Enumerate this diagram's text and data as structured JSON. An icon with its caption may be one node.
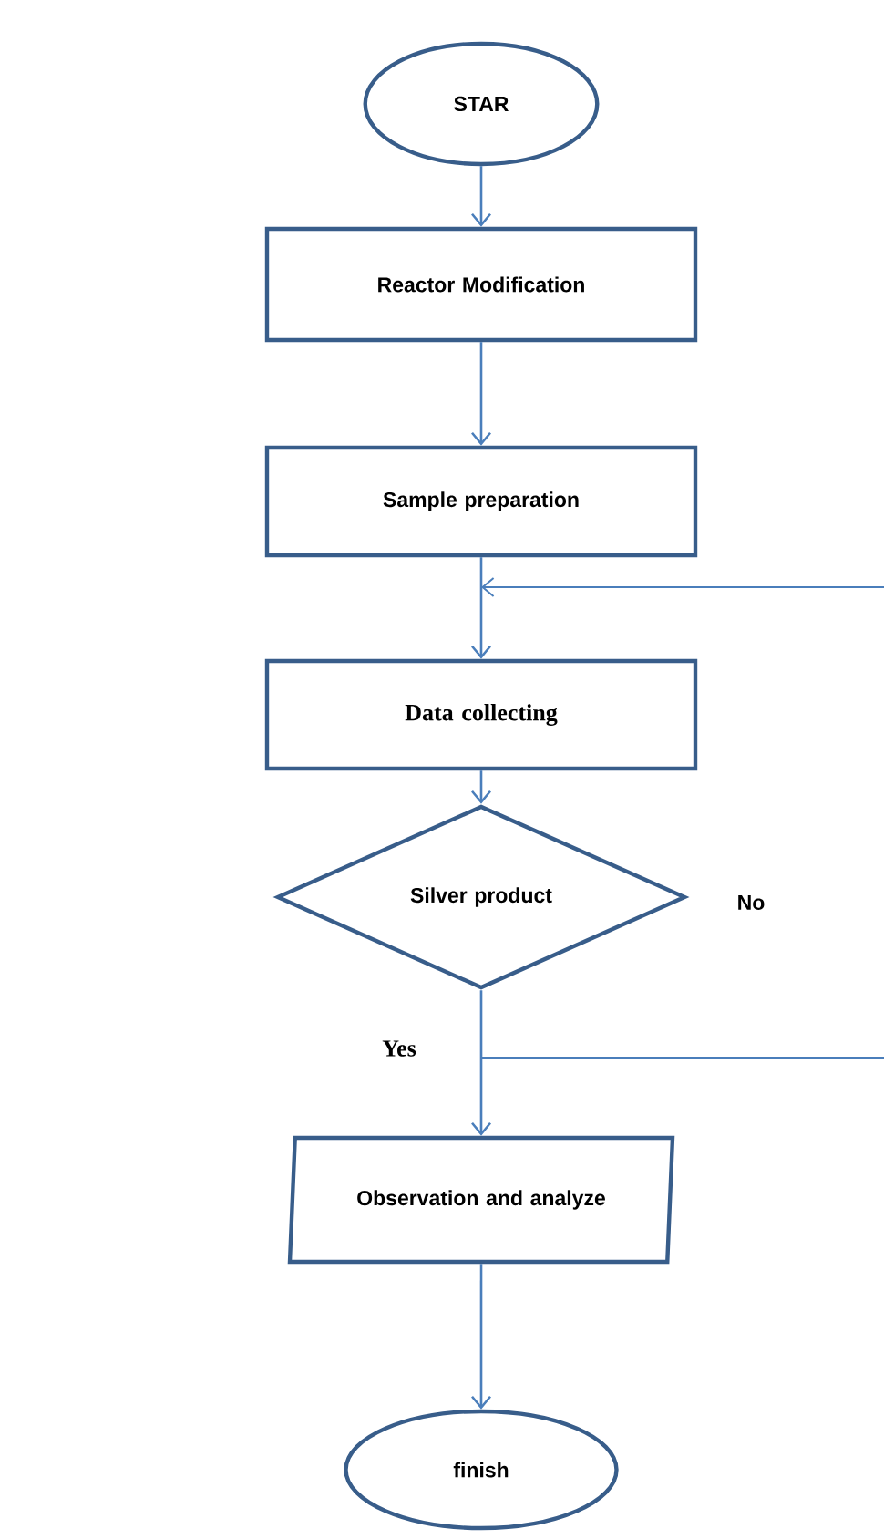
{
  "diagram": {
    "nodes": [
      {
        "text": [
          "STAR"
        ]
      },
      {
        "text": [
          "Reactor Modification"
        ]
      },
      {
        "text": [
          "Sample preparation"
        ]
      },
      {
        "text": [
          "Data collecting"
        ]
      },
      {
        "text": [
          "Silver product"
        ]
      },
      {
        "text": [
          "Observation and analyze"
        ]
      },
      {
        "text": [
          "finish"
        ]
      }
    ],
    "edges": [
      {
        "from": 0,
        "to": 1,
        "arrow": "to"
      },
      {
        "from": 1,
        "to": 2,
        "arrow": "to"
      },
      {
        "from": 2,
        "to": 3,
        "arrow": "to"
      },
      {
        "from": 3,
        "to": 4,
        "arrow": "to"
      },
      {
        "from": 4,
        "to": 5,
        "arrow": "to",
        "label": "Yes"
      },
      {
        "from": 5,
        "to": 6,
        "arrow": "to"
      },
      {
        "from": 4,
        "to": null,
        "arrow": "none"
      },
      {
        "from": null,
        "to": 3,
        "arrow": "to"
      }
    ],
    "labels": [
      "No"
    ]
  }
}
